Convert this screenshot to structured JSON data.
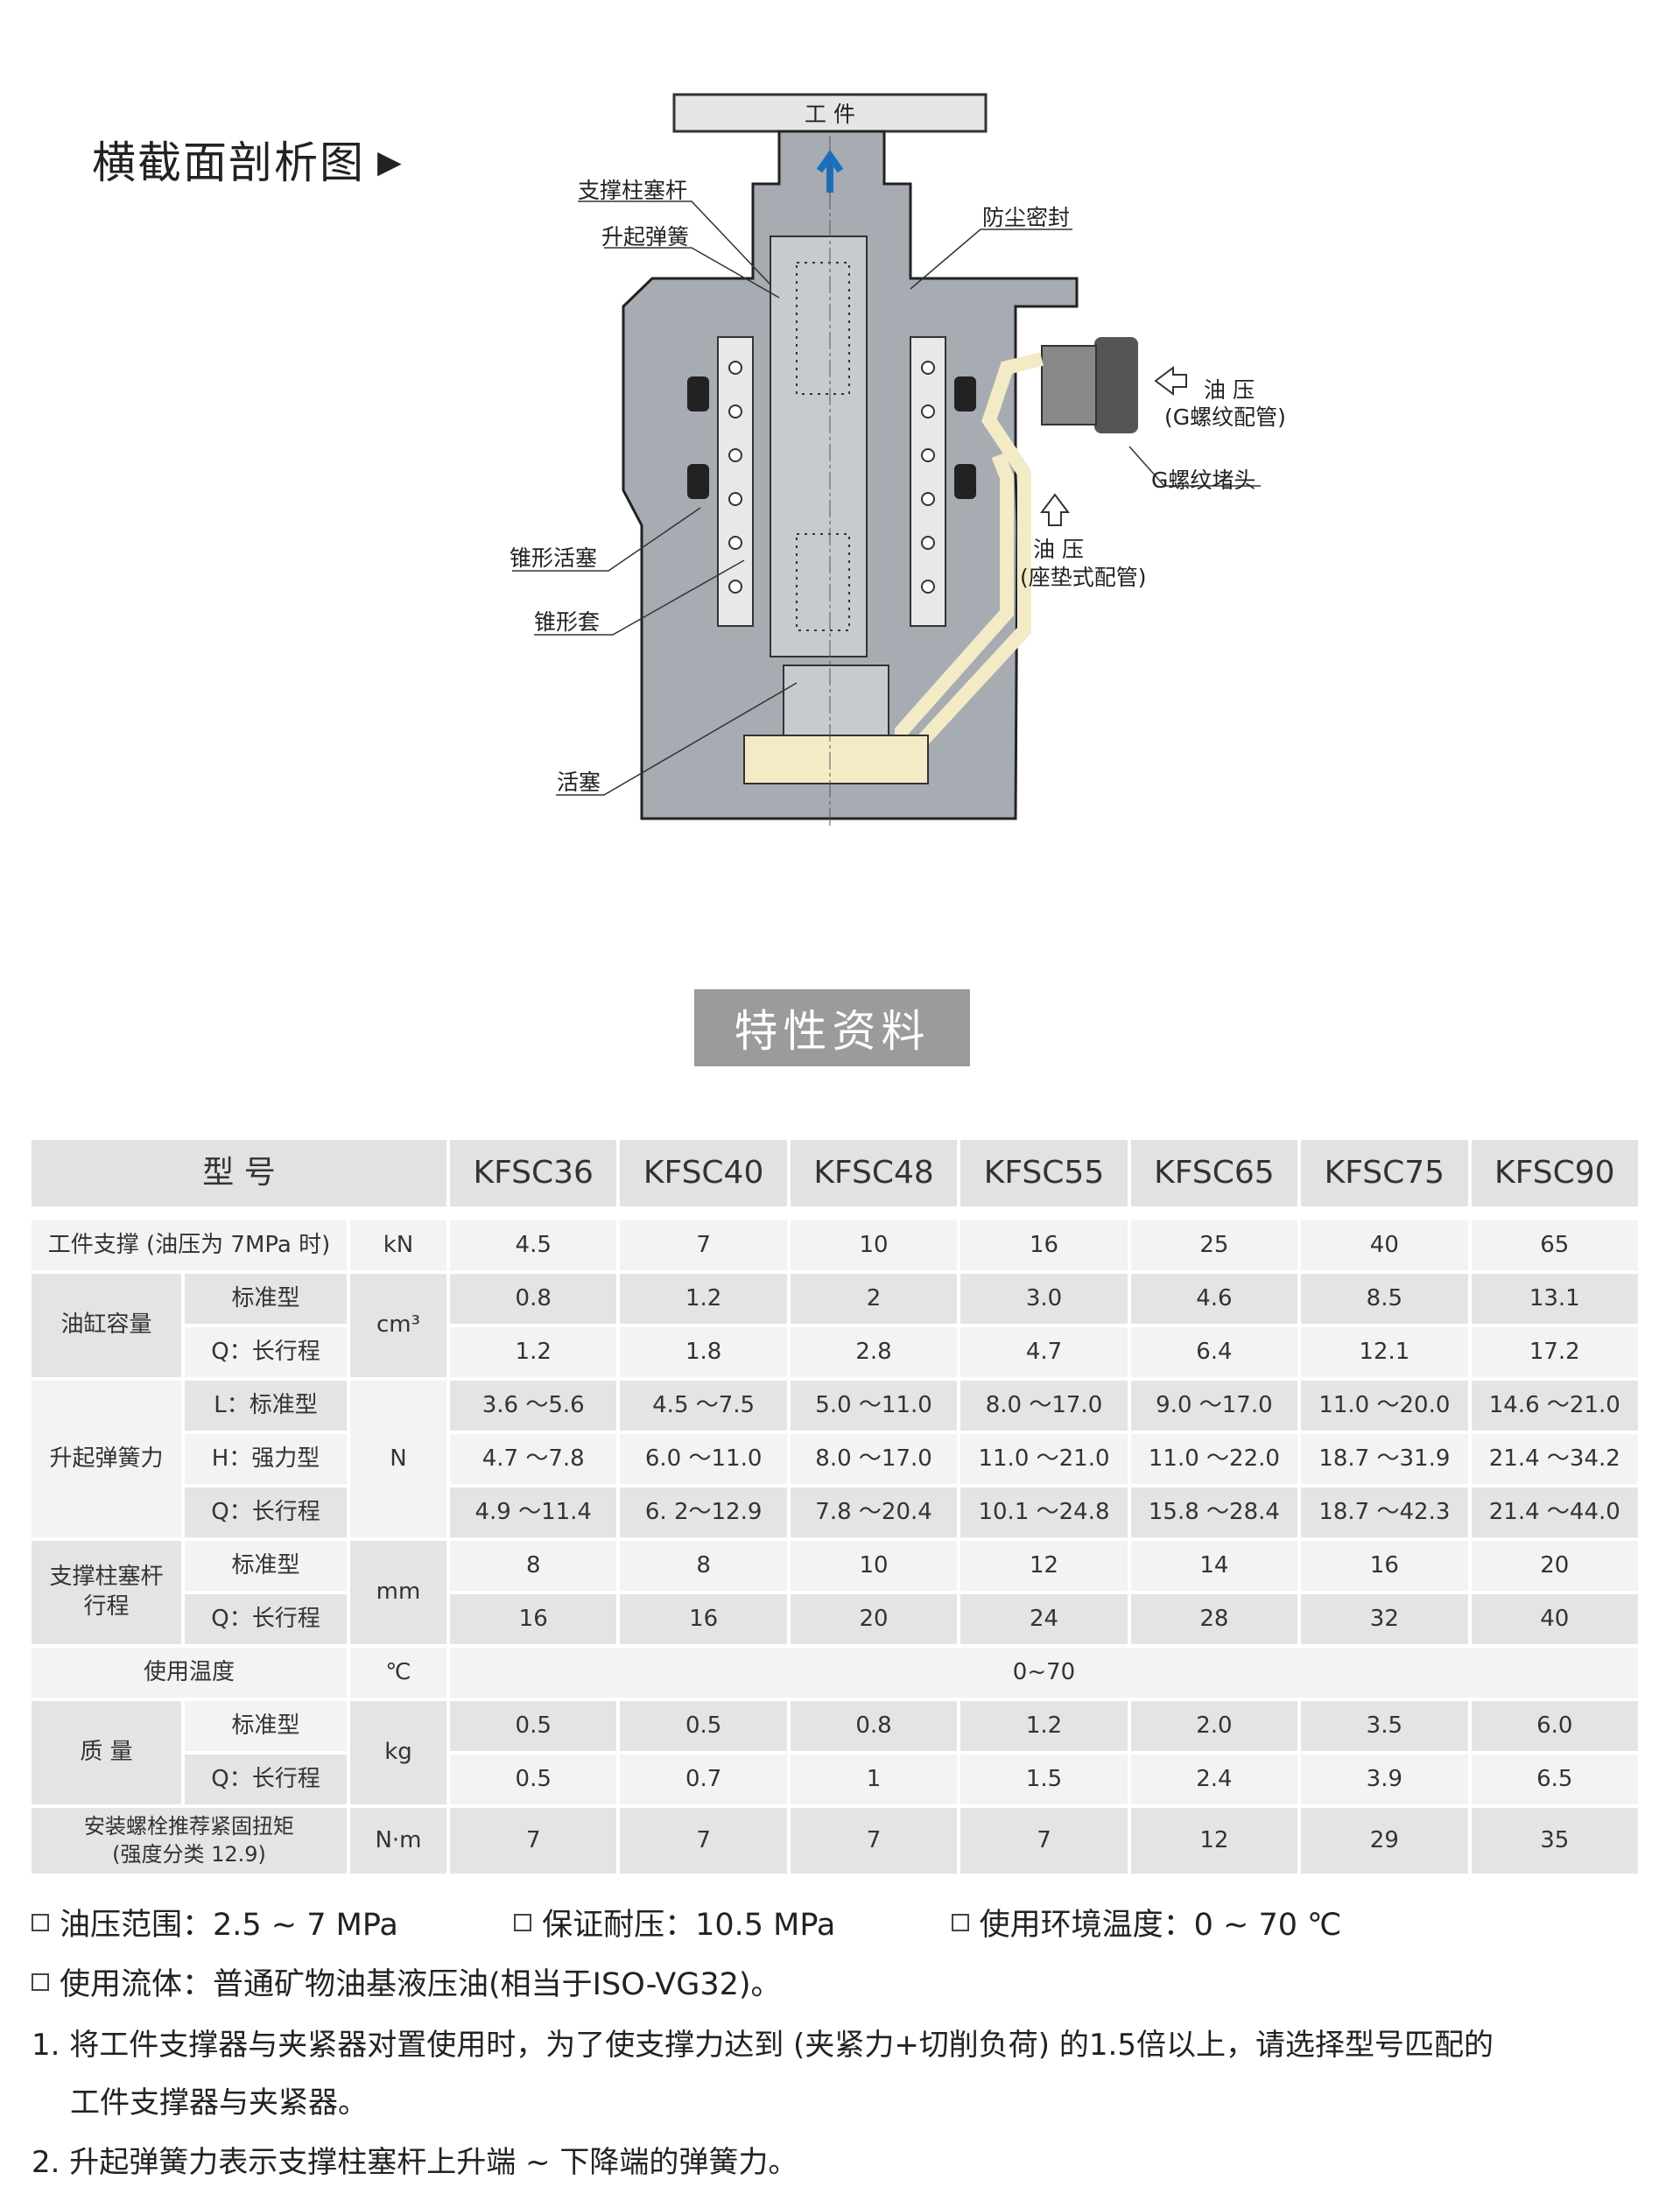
{
  "section_title": "横截面剖析图",
  "diagram": {
    "workpiece": "工 件",
    "labels": {
      "plunger": "支撑柱塞杆",
      "lift_spring": "升起弹簧",
      "dust_seal": "防尘密封",
      "oil_g_1": "油 压",
      "oil_g_2": "(G螺纹配管)",
      "g_plug": "G螺纹堵头",
      "oil_pad_1": "油 压",
      "oil_pad_2": "(座垫式配管)",
      "cone_piston": "锥形活塞",
      "cone_sleeve": "锥形套",
      "piston": "活塞"
    }
  },
  "specs_button": "特性资料",
  "table": {
    "model_header": "型  号",
    "models": [
      "KFSC36",
      "KFSC40",
      "KFSC48",
      "KFSC55",
      "KFSC65",
      "KFSC75",
      "KFSC90"
    ],
    "rows": {
      "support": {
        "label": "工件支撑 (油压为 7MPa 时)",
        "unit": "kN",
        "values": [
          "4.5",
          "7",
          "10",
          "16",
          "25",
          "40",
          "65"
        ]
      },
      "cyl": {
        "label": "油缸容量",
        "unit": "cm³",
        "sub": [
          {
            "label": "标准型",
            "values": [
              "0.8",
              "1.2",
              "2",
              "3.0",
              "4.6",
              "8.5",
              "13.1"
            ]
          },
          {
            "label": "Q：长行程",
            "values": [
              "1.2",
              "1.8",
              "2.8",
              "4.7",
              "6.4",
              "12.1",
              "17.2"
            ]
          }
        ]
      },
      "spring": {
        "label": "升起弹簧力",
        "unit": "N",
        "sub": [
          {
            "label": "L：标准型",
            "values": [
              "3.6 ～5.6",
              "4.5 ～7.5",
              "5.0 ～11.0",
              "8.0 ～17.0",
              "9.0 ～17.0",
              "11.0 ～20.0",
              "14.6 ～21.0"
            ]
          },
          {
            "label": "H：强力型",
            "values": [
              "4.7 ～7.8",
              "6.0 ～11.0",
              "8.0 ～17.0",
              "11.0 ～21.0",
              "11.0 ～22.0",
              "18.7 ～31.9",
              "21.4 ～34.2"
            ]
          },
          {
            "label": "Q：长行程",
            "values": [
              "4.9 ～11.4",
              "6. 2～12.9",
              "7.8 ～20.4",
              "10.1 ～24.8",
              "15.8 ～28.4",
              "18.7 ～42.3",
              "21.4 ～44.0"
            ]
          }
        ]
      },
      "stroke": {
        "label1": "支撑柱塞杆",
        "label2": "行程",
        "unit": "mm",
        "sub": [
          {
            "label": "标准型",
            "values": [
              "8",
              "8",
              "10",
              "12",
              "14",
              "16",
              "20"
            ]
          },
          {
            "label": "Q：长行程",
            "values": [
              "16",
              "16",
              "20",
              "24",
              "28",
              "32",
              "40"
            ]
          }
        ]
      },
      "temp": {
        "label": "使用温度",
        "unit": "℃",
        "value": "0~70"
      },
      "mass": {
        "label": "质 量",
        "unit": "kg",
        "sub": [
          {
            "label": "标准型",
            "values": [
              "0.5",
              "0.5",
              "0.8",
              "1.2",
              "2.0",
              "3.5",
              "6.0"
            ]
          },
          {
            "label": "Q：长行程",
            "values": [
              "0.5",
              "0.7",
              "1",
              "1.5",
              "2.4",
              "3.9",
              "6.5"
            ]
          }
        ]
      },
      "torque": {
        "label1": "安装螺栓推荐紧固扭矩",
        "label2": "(强度分类 12.9)",
        "unit": "N·m",
        "values": [
          "7",
          "7",
          "7",
          "7",
          "12",
          "29",
          "35"
        ]
      }
    }
  },
  "notes": {
    "pressure": "油压范围：2.5 ~ 7 MPa",
    "proof": "保证耐压：10.5 MPa",
    "env_temp": "使用环境温度：0 ~ 70 ℃",
    "fluid": "使用流体：普通矿物油基液压油(相当于ISO-VG32)。",
    "note1a": "1. 将工件支撑器与夹紧器对置使用时，为了使支撑力达到 (夹紧力+切削负荷) 的1.5倍以上，请选择型号匹配的",
    "note1b": "工件支撑器与夹紧器。",
    "note2": "2. 升起弹簧力表示支撑柱塞杆上升端 ~ 下降端的弹簧力。"
  }
}
